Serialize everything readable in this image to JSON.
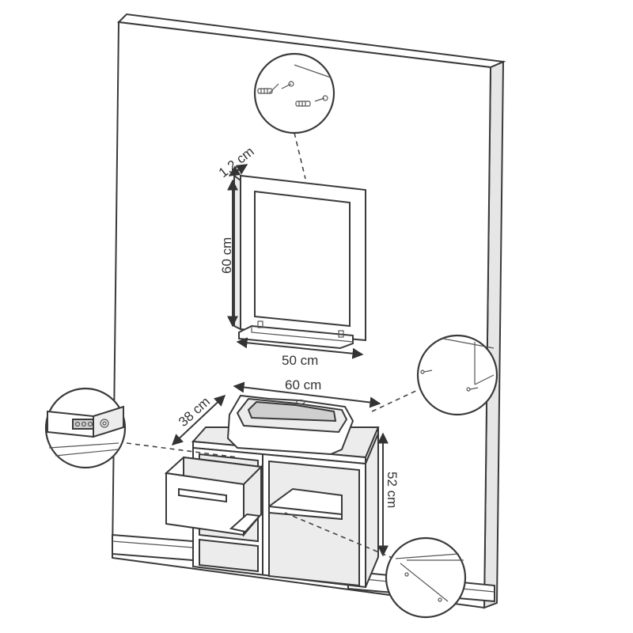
{
  "dimensions": {
    "mirror_depth": "1,2 cm",
    "mirror_height": "60 cm",
    "mirror_width": "50 cm",
    "cabinet_width": "60 cm",
    "cabinet_depth": "38 cm",
    "cabinet_height": "52 cm"
  }
}
